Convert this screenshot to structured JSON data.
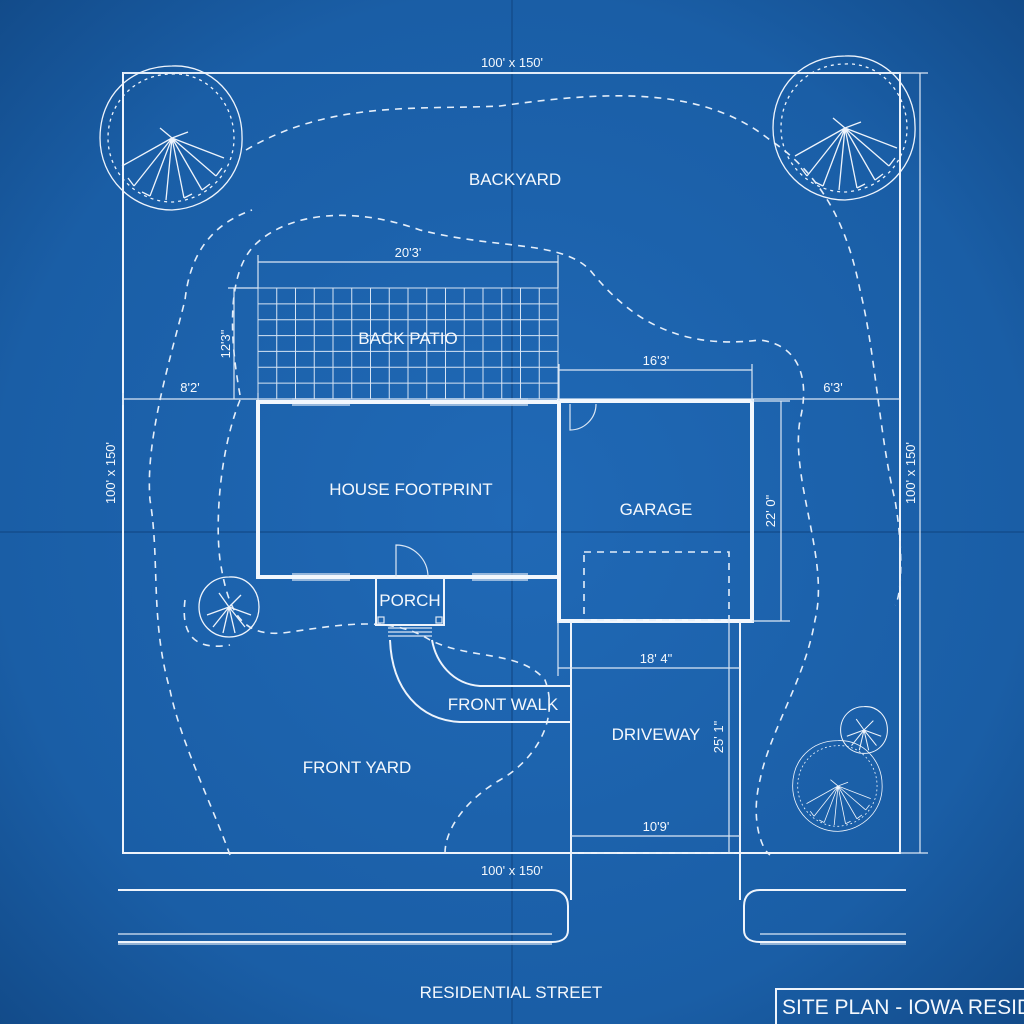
{
  "labels": {
    "backyard": "BACKYARD",
    "back_patio": "BACK PATIO",
    "house_footprint": "HOUSE FOOTPRINT",
    "garage": "GARAGE",
    "porch": "PORCH",
    "front_walk": "FRONT WALK",
    "driveway": "DRIVEWAY",
    "front_yard": "FRONT YARD",
    "street": "RESIDENTIAL STREET",
    "title_block": "SITE PLAN - IOWA RESID"
  },
  "dimensions": {
    "lot_top": "100' x 150'",
    "lot_bottom": "100' x 150'",
    "lot_left": "100' x 150'",
    "lot_right": "100' x 150'",
    "patio_width": "20'3'",
    "patio_depth": "12'3\"",
    "left_setback": "8'2'",
    "right_setback": "6'3'",
    "garage_width": "16'3'",
    "garage_depth": "22' 0\"",
    "driveway_width_top": "18' 4\"",
    "driveway_length": "25' 1\"",
    "driveway_width_bottom": "10'9'"
  },
  "colors": {
    "paper": "#1a5fa8",
    "ink": "#eef4fc"
  }
}
